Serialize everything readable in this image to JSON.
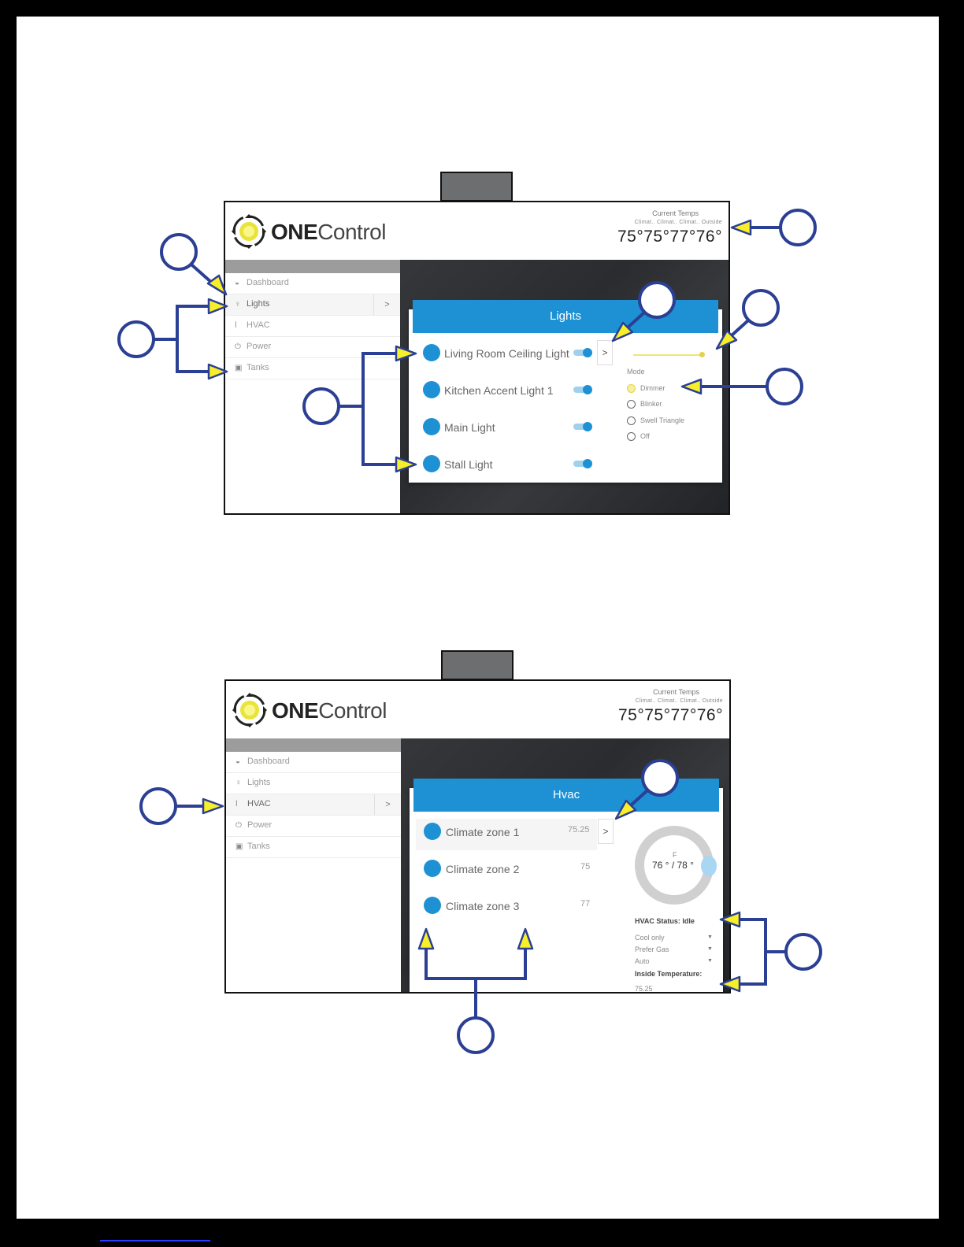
{
  "app": {
    "brand_bold": "ONE",
    "brand_light": "Control",
    "temps_title": "Current Temps",
    "temps_labels": "Climat..  Climat..  Climat..  Outside",
    "temps_values": "75°75°77°76°"
  },
  "nav": [
    "Dashboard",
    "Lights",
    "HVAC",
    "Power",
    "Tanks"
  ],
  "nav_icons": [
    "dashboard-icon",
    "lightbulb-icon",
    "thermometer-icon",
    "power-icon",
    "tank-icon"
  ],
  "nav_chevron": ">",
  "lights_screen": {
    "title": "Lights",
    "items": [
      "Living Room Ceiling Light",
      "Kitchen Accent Light 1",
      "Main Light",
      "Stall Light"
    ],
    "chevron": ">",
    "brightness": 0.8,
    "mode_label": "Mode",
    "modes": [
      "Dimmer",
      "Blinker",
      "Swell Triangle",
      "Off"
    ],
    "selected_mode": "Dimmer"
  },
  "hvac_screen": {
    "title": "Hvac",
    "zones": [
      {
        "name": "Climate zone 1",
        "value": "75.25"
      },
      {
        "name": "Climate zone 2",
        "value": "75"
      },
      {
        "name": "Climate zone 3",
        "value": "77"
      }
    ],
    "chevron": ">",
    "dial_unit": "F",
    "dial_value": "76 ° / 78 °",
    "status": "HVAC Status: Idle",
    "options": [
      "Cool only",
      "Prefer Gas",
      "Auto"
    ],
    "inside_label": "Inside Temperature:",
    "inside_value": "75.25"
  },
  "colors": {
    "accent_blue": "#1d91d4",
    "callout_blue": "#2b3f94",
    "callout_yellow": "#f7ef2a"
  }
}
